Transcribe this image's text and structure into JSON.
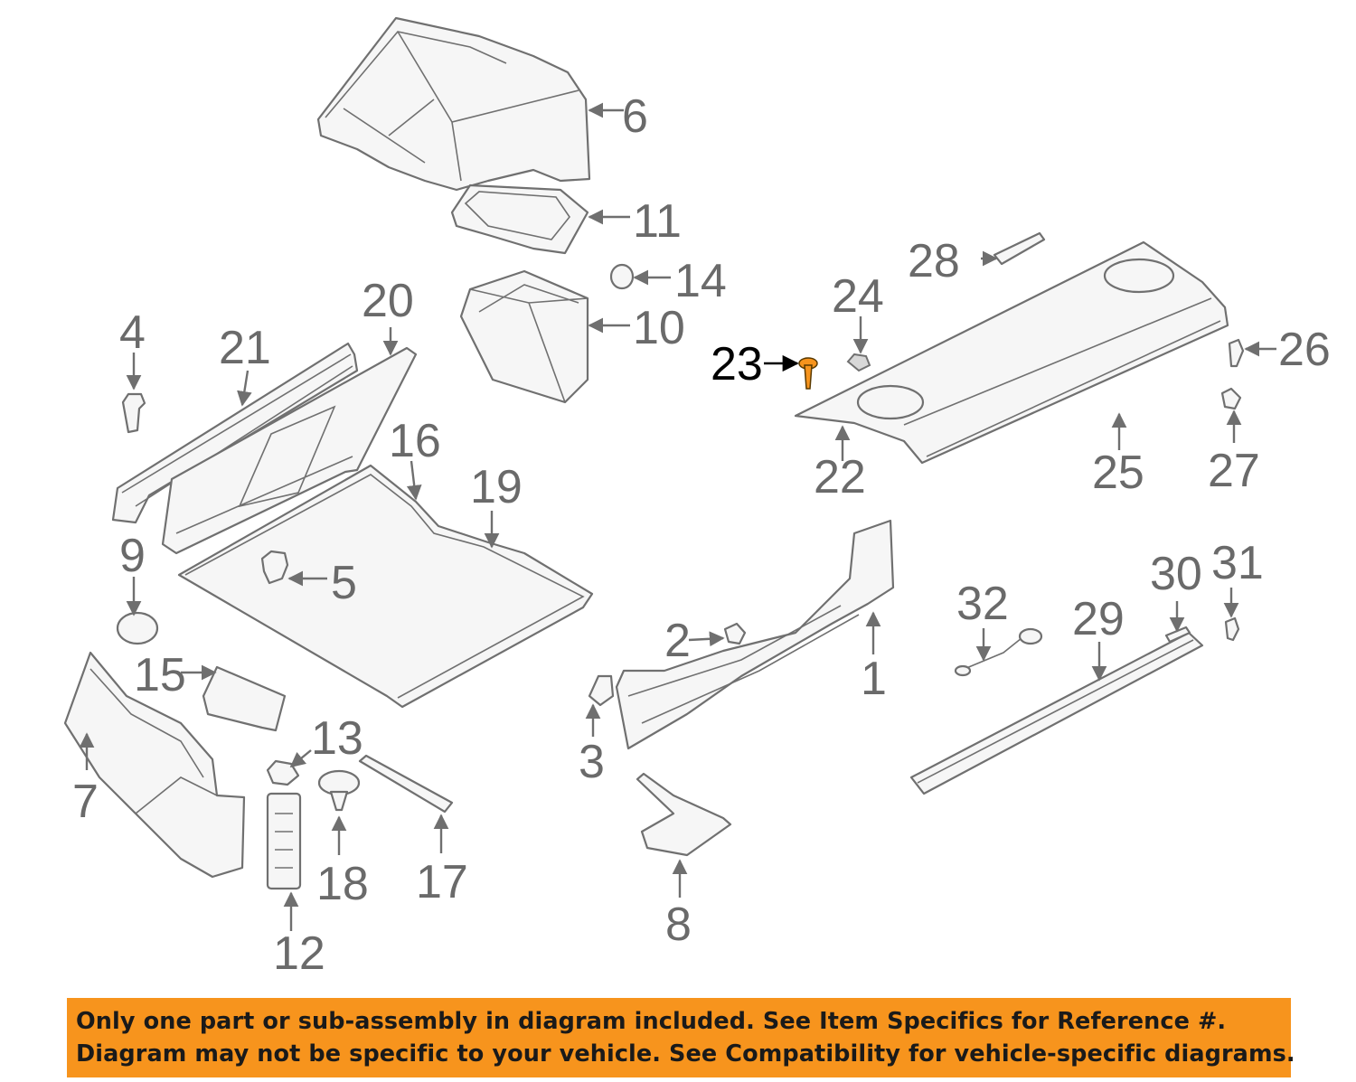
{
  "diagram": {
    "highlight_color": "#f7941d",
    "line_color": "#707070",
    "highlighted_part": "23",
    "callouts": [
      "1",
      "2",
      "3",
      "4",
      "5",
      "6",
      "7",
      "8",
      "9",
      "10",
      "11",
      "12",
      "13",
      "14",
      "15",
      "16",
      "17",
      "18",
      "19",
      "20",
      "21",
      "22",
      "23",
      "24",
      "25",
      "26",
      "27",
      "28",
      "29",
      "30",
      "31",
      "32"
    ]
  },
  "notice": {
    "background": "#f7941d",
    "line1": "Only one part or sub-assembly in diagram included. See Item Specifics for Reference #.",
    "line2": "Diagram may not be specific to your vehicle. See Compatibility for vehicle-specific diagrams."
  }
}
